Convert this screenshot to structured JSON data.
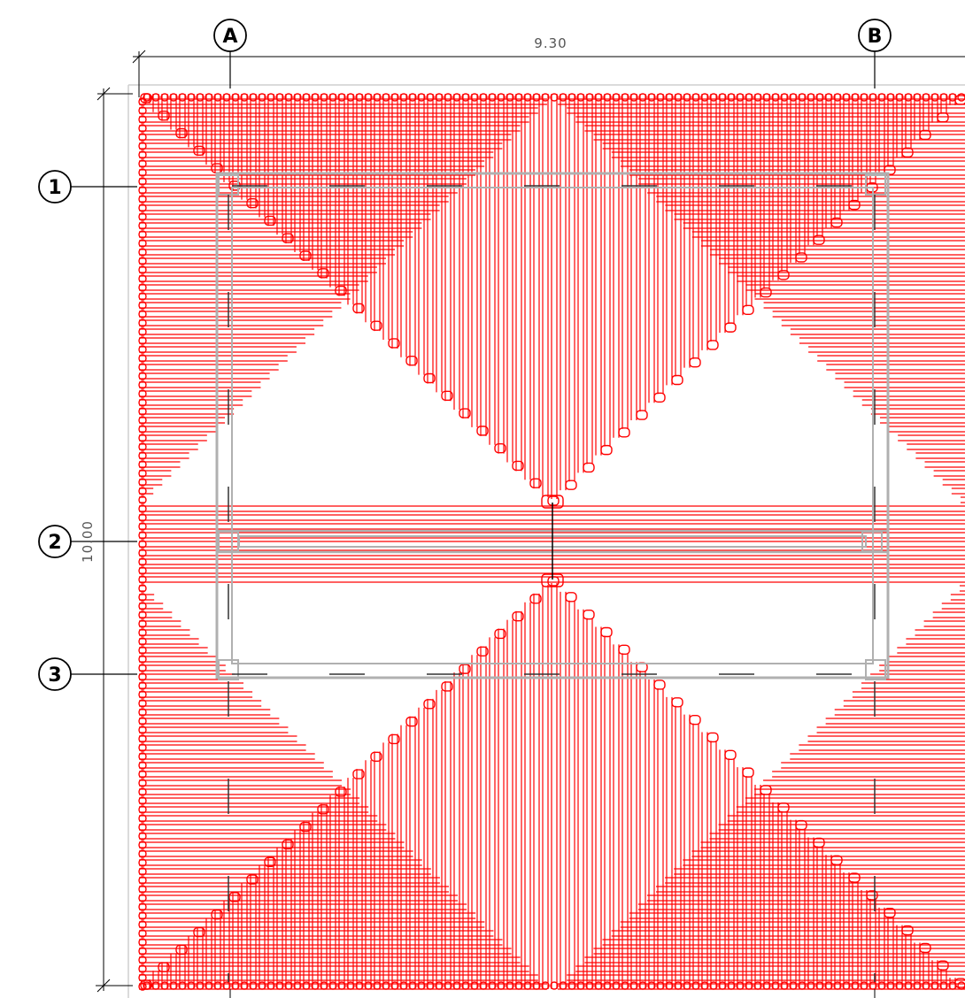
{
  "drawing": {
    "grid_columns": [
      {
        "label": "A"
      },
      {
        "label": "B"
      }
    ],
    "grid_rows": [
      {
        "label": "1"
      },
      {
        "label": "2"
      },
      {
        "label": "3"
      }
    ],
    "dimensions": {
      "horizontal": "9.30",
      "vertical": "10.00"
    },
    "colors": {
      "tile": "#ff0000",
      "structure": "#b0b0b0",
      "annotation": "#000000",
      "background": "#ffffff"
    }
  }
}
